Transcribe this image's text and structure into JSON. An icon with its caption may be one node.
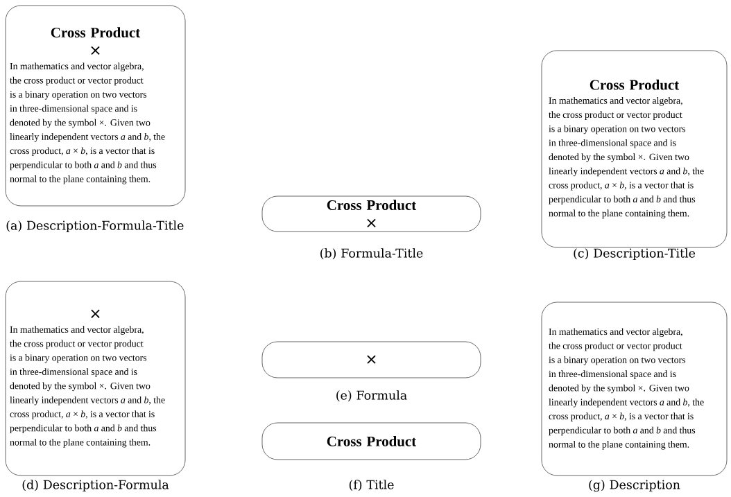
{
  "diagram": {
    "nodes": [
      {
        "text": [
          "Cross Product",
          "×",
          "In mathematics and vector algebra, the cross product or vector product is a binary operation on two vectors in three-dimensional space and is denoted by the symbol ×. Given two linearly independent vectors *a* and *b*, the cross product, *a* × *b*, is a vector that is perpendicular to both *a* and *b* and thus normal to the plane containing them."
        ],
        "beside": [
          "(a) Description-Formula-Title"
        ]
      },
      {
        "text": [
          "Cross Product",
          "×"
        ],
        "beside": [
          "(b) Formula-Title"
        ]
      },
      {
        "text": [
          "Cross Product",
          "In mathematics and vector algebra, the cross product or vector product is a binary operation on two vectors in three-dimensional space and is denoted by the symbol ×. Given two linearly independent vectors *a* and *b*, the cross product, *a* × *b*, is a vector that is perpendicular to both *a* and *b* and thus normal to the plane containing them."
        ],
        "beside": [
          "(c) Description-Title"
        ]
      },
      {
        "text": [
          "×",
          "In mathematics and vector algebra, the cross product or vector product is a binary operation on two vectors in three-dimensional space and is denoted by the symbol ×. Given two linearly independent vectors *a* and *b*, the cross product, *a* × *b*, is a vector that is perpendicular to both *a* and *b* and thus normal to the plane containing them."
        ],
        "beside": [
          "(d) Description-Formula"
        ]
      },
      {
        "text": [
          "×"
        ],
        "beside": [
          "(e) Formula"
        ]
      },
      {
        "text": [
          "Cross Product"
        ],
        "beside": [
          "(f) Title"
        ]
      },
      {
        "text": [
          "In mathematics and vector algebra, the cross product or vector product is a binary operation on two vectors in three-dimensional space and is denoted by the symbol ×. Given two linearly independent vectors *a* and *b*, the cross product, *a* × *b*, is a vector that is perpendicular to both *a* and *b* and thus normal to the plane containing them."
        ],
        "beside": [
          "(g) Description"
        ]
      }
    ]
  }
}
